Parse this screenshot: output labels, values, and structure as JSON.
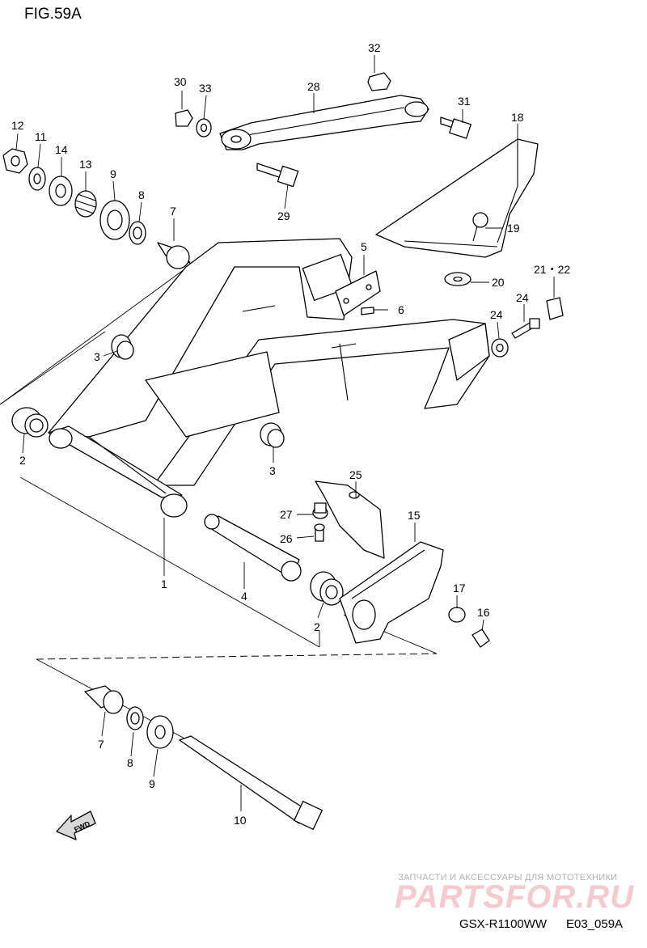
{
  "figure": {
    "title": "FIG.59A",
    "model": "GSX-R1100WW",
    "code": "E03_059A"
  },
  "watermark": {
    "tagline": "ЗАПЧАСТИ И АКСЕССУАРЫ ДЛЯ МОТОТЕХНИКИ",
    "logo": "PARTSFOR.RU"
  },
  "fwd_label": "FWD",
  "callouts": [
    {
      "id": "c30",
      "text": "30"
    },
    {
      "id": "c33",
      "text": "33"
    },
    {
      "id": "c28",
      "text": "28"
    },
    {
      "id": "c32",
      "text": "32"
    },
    {
      "id": "c31",
      "text": "31"
    },
    {
      "id": "c18",
      "text": "18"
    },
    {
      "id": "c12",
      "text": "12"
    },
    {
      "id": "c11",
      "text": "11"
    },
    {
      "id": "c14",
      "text": "14"
    },
    {
      "id": "c13",
      "text": "13"
    },
    {
      "id": "c9a",
      "text": "9"
    },
    {
      "id": "c8a",
      "text": "8"
    },
    {
      "id": "c7a",
      "text": "7"
    },
    {
      "id": "c29",
      "text": "29"
    },
    {
      "id": "c19",
      "text": "19"
    },
    {
      "id": "c5",
      "text": "5"
    },
    {
      "id": "c6",
      "text": "6"
    },
    {
      "id": "c20",
      "text": "20"
    },
    {
      "id": "c2122",
      "text": "21・22"
    },
    {
      "id": "c24a",
      "text": "24"
    },
    {
      "id": "c24b",
      "text": "24"
    },
    {
      "id": "c3a",
      "text": "3"
    },
    {
      "id": "c3b",
      "text": "3"
    },
    {
      "id": "c2a",
      "text": "2"
    },
    {
      "id": "c25",
      "text": "25"
    },
    {
      "id": "c27",
      "text": "27"
    },
    {
      "id": "c26",
      "text": "26"
    },
    {
      "id": "c15",
      "text": "15"
    },
    {
      "id": "c1",
      "text": "1"
    },
    {
      "id": "c4",
      "text": "4"
    },
    {
      "id": "c17",
      "text": "17"
    },
    {
      "id": "c16",
      "text": "16"
    },
    {
      "id": "c2b",
      "text": "2"
    },
    {
      "id": "c7b",
      "text": "7"
    },
    {
      "id": "c8b",
      "text": "8"
    },
    {
      "id": "c9b",
      "text": "9"
    },
    {
      "id": "c10",
      "text": "10"
    }
  ]
}
